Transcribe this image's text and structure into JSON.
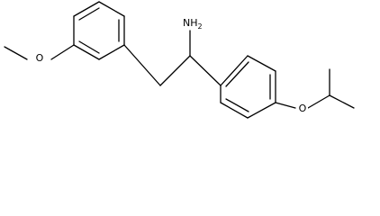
{
  "molecule": {
    "labels": {
      "amine": "NH",
      "amine_subscript": "2",
      "ether_oxygen_left": "O",
      "ether_oxygen_right": "O"
    },
    "colors": {
      "bond": "#000000",
      "text": "#000000",
      "background": "#ffffff"
    }
  }
}
